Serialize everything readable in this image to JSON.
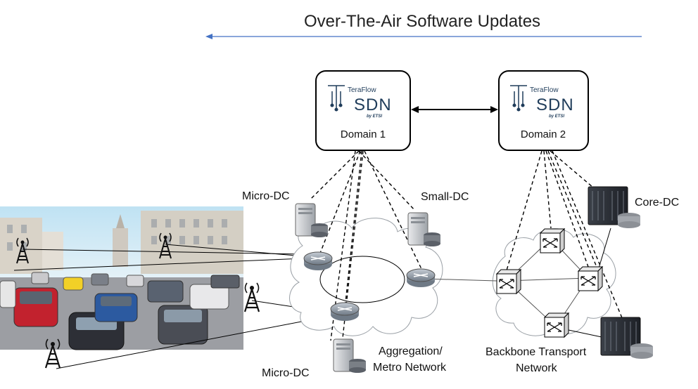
{
  "title": "Over-The-Air Software Updates",
  "controllers": [
    {
      "brand_top": "TeraFlow",
      "brand_main": "SDN",
      "brand_by": "by ETSI",
      "label": "Domain 1"
    },
    {
      "brand_top": "TeraFlow",
      "brand_main": "SDN",
      "brand_by": "by ETSI",
      "label": "Domain 2"
    }
  ],
  "labels": {
    "micro_dc_top": "Micro-DC",
    "small_dc": "Small-DC",
    "core_dc": "Core-DC",
    "micro_dc_bottom": "Micro-DC",
    "aggregation_line1": "Aggregation/",
    "aggregation_line2": "Metro Network",
    "backbone_line1": "Backbone Transport",
    "backbone_line2": "Network"
  },
  "colors": {
    "arrow": "#4472c4",
    "sky": "#cfe8f5",
    "router": "#8e9aa6",
    "server": "#7a7f86",
    "rack": "#2b2f36"
  }
}
